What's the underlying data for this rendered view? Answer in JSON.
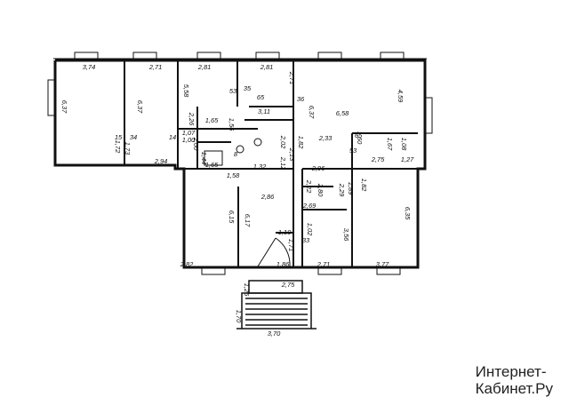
{
  "plan": {
    "dimensions": [
      "3,74",
      "2,71",
      "2,81",
      "2,81",
      "6,37",
      "6,37",
      "5,58",
      "2,71",
      "35",
      "65",
      "6,58",
      "4,59",
      "3,11",
      "6,37",
      "1,82",
      "1,65",
      "1,56",
      "2,26",
      "1,07",
      "1,00",
      "2,00",
      "1,44",
      "1,65",
      "2,02",
      "2,33",
      "1,60",
      "1,67",
      "1,08",
      "2,75",
      "1,27",
      "1,72",
      "1,73",
      "2,94",
      "1,32",
      "1,58",
      "2,12",
      "2,13",
      "2,96",
      "2,80",
      "2,29",
      "1,89",
      "1,82",
      "2,69",
      "2,86",
      "6,15",
      "6,17",
      "1,02",
      "3,56",
      "6,35",
      "1,10",
      "1,71",
      "33",
      "2,82",
      "1,86",
      "2,71",
      "3,77",
      "1,25",
      "2,75",
      "1,70",
      "3,70",
      "15",
      "34",
      "14",
      "53",
      "36",
      "65",
      "53",
      "8",
      "2,22"
    ]
  },
  "watermark": {
    "line1": "Интернет-",
    "line2": "Кабинет.Ру"
  }
}
